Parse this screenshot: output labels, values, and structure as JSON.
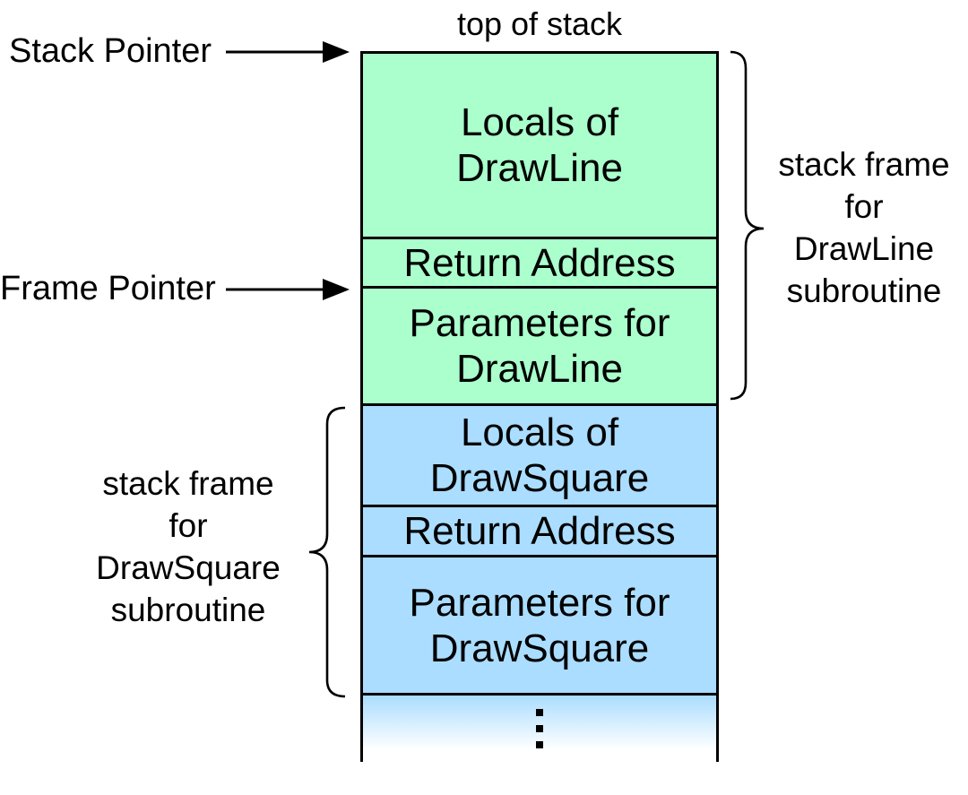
{
  "title": "top of stack",
  "pointers": {
    "stack_pointer": "Stack Pointer",
    "frame_pointer": "Frame Pointer"
  },
  "cells": {
    "drawline_locals": [
      "Locals of",
      "DrawLine"
    ],
    "drawline_return": "Return Address",
    "drawline_params": [
      "Parameters for",
      "DrawLine"
    ],
    "drawsquare_locals": [
      "Locals of",
      "DrawSquare"
    ],
    "drawsquare_return": "Return Address",
    "drawsquare_params": [
      "Parameters for",
      "DrawSquare"
    ]
  },
  "braces": {
    "drawline": [
      "stack frame",
      "for",
      "DrawLine",
      "subroutine"
    ],
    "drawsquare": [
      "stack frame",
      "for",
      "DrawSquare",
      "subroutine"
    ]
  },
  "icons": {
    "ellipsis": "vertical-ellipsis"
  },
  "colors": {
    "drawline_frame": "#AAFFCC",
    "drawsquare_frame": "#AADDFF",
    "border": "#000000",
    "text": "#000000",
    "background": "#FFFFFF"
  }
}
